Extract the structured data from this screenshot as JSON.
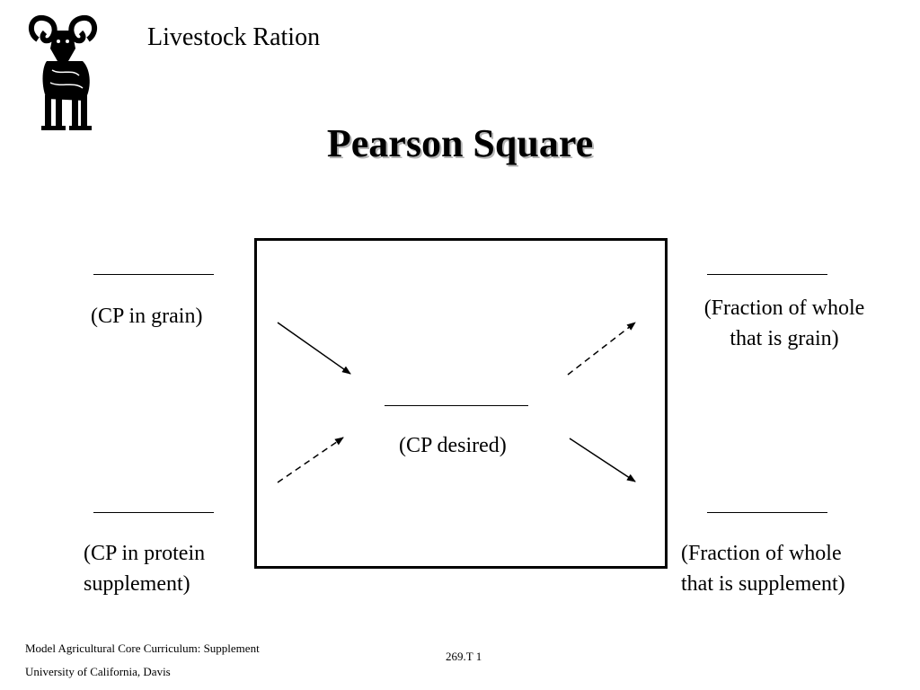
{
  "header": {
    "title": "Livestock Ration"
  },
  "slide": {
    "title": "Pearson Square"
  },
  "diagram": {
    "top_left_label": "(CP in grain)",
    "bottom_left_label_line1": "(CP in protein",
    "bottom_left_label_line2": "supplement)",
    "center_label": "(CP desired)",
    "top_right_label_line1": "(Fraction of whole",
    "top_right_label_line2": "that is grain)",
    "bottom_right_label_line1": "(Fraction of whole",
    "bottom_right_label_line2": "that is supplement)"
  },
  "footer": {
    "line1": "Model Agricultural Core Curriculum:  Supplement",
    "line2": "University of California, Davis",
    "slide_number": "269.T 1"
  },
  "icons": {
    "logo": "ram-icon"
  },
  "colors": {
    "text": "#000000",
    "background": "#ffffff"
  }
}
